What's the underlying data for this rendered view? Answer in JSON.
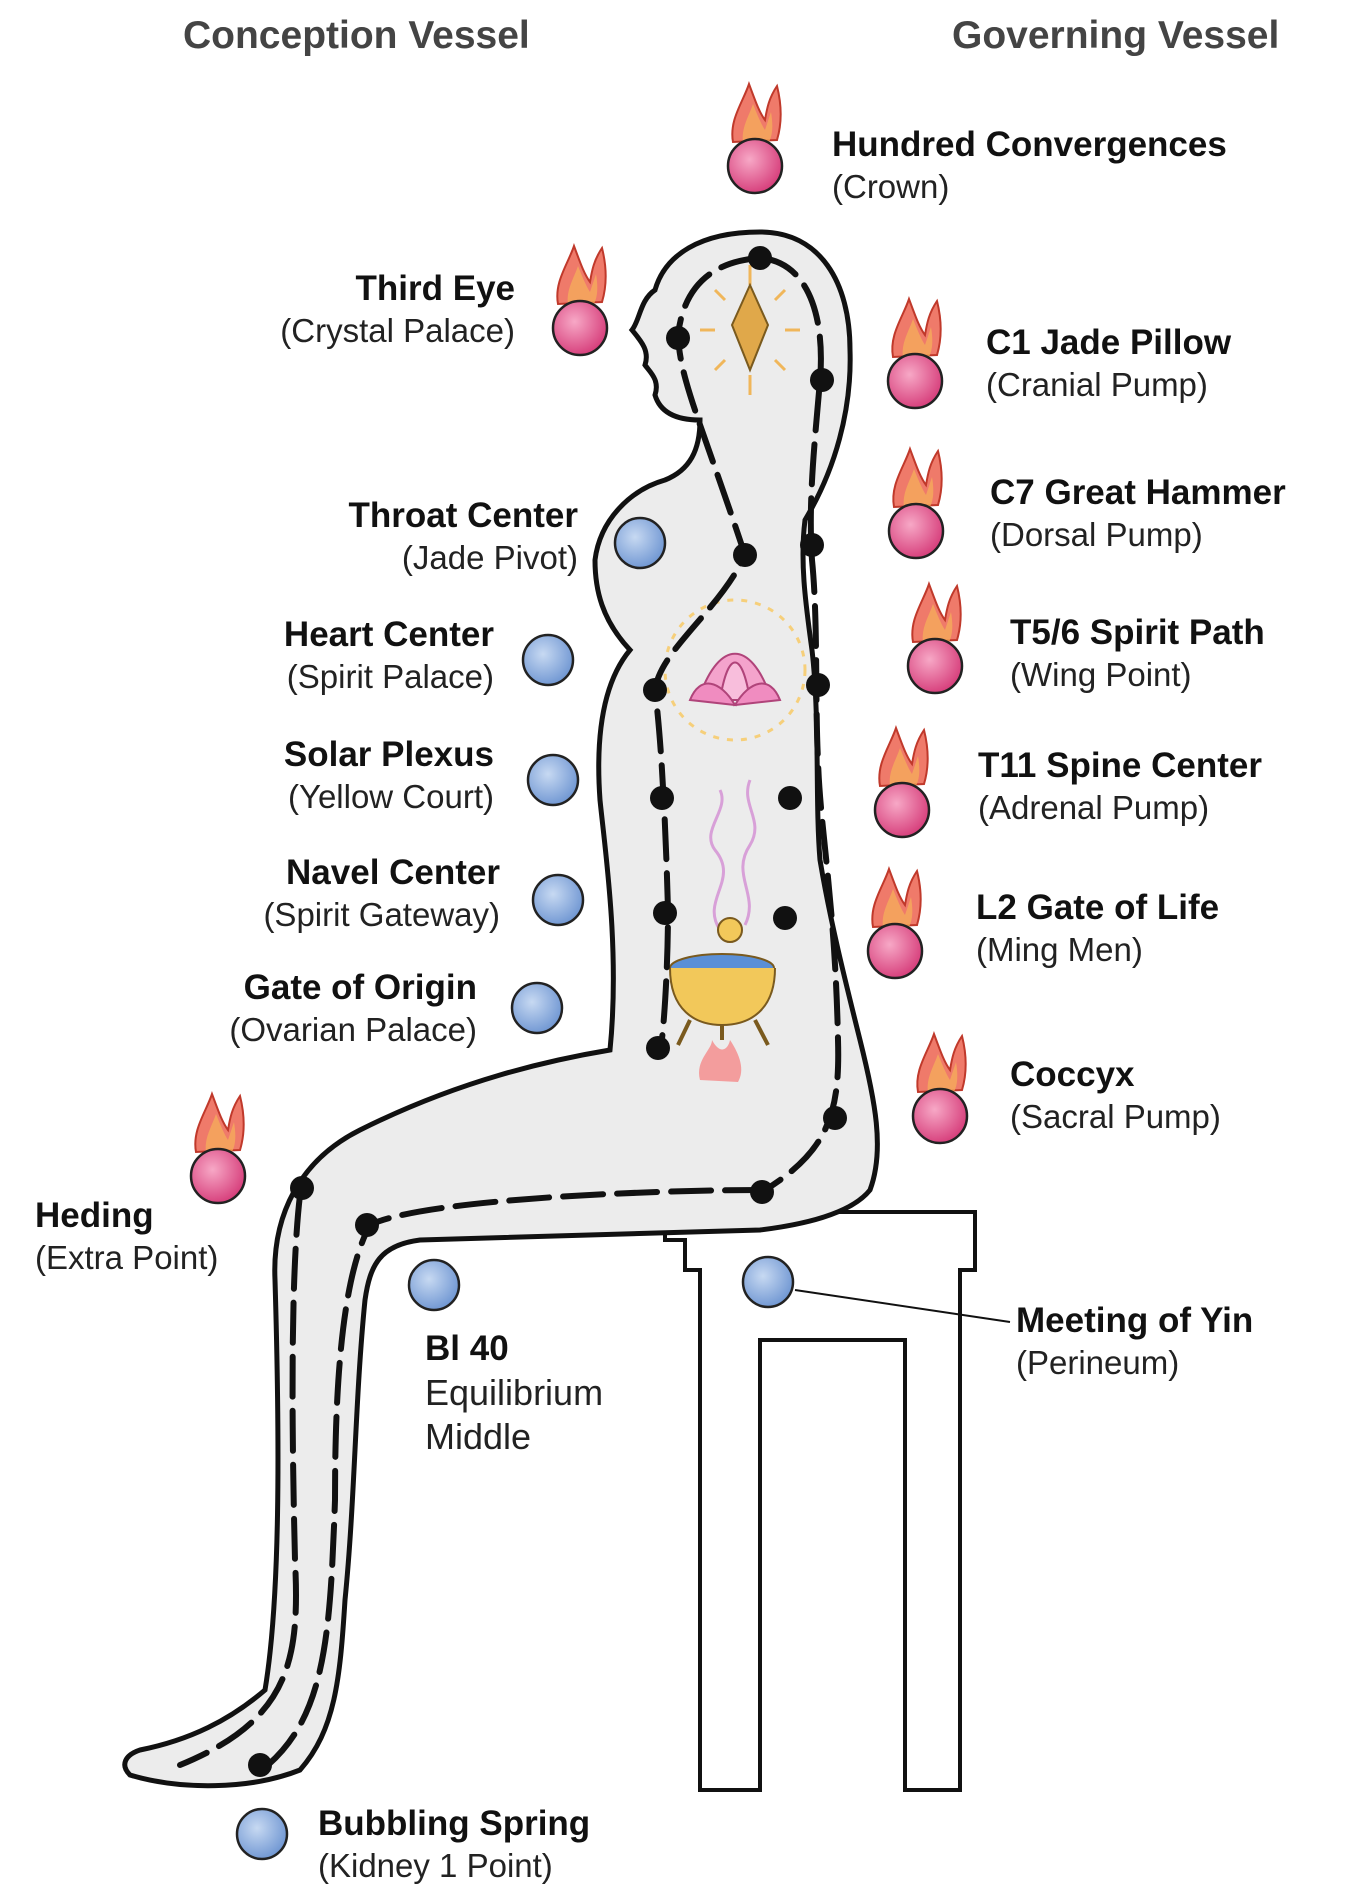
{
  "header": {
    "left": "Conception Vessel",
    "right": "Governing Vessel"
  },
  "points": {
    "crown": {
      "title": "Hundred Convergences",
      "sub": "(Crown)",
      "icon": "flame-icon"
    },
    "third_eye": {
      "title": "Third Eye",
      "sub": "(Crystal Palace)",
      "icon": "flame-icon"
    },
    "jade_pillow": {
      "title": "C1 Jade Pillow",
      "sub": "(Cranial Pump)",
      "icon": "flame-icon"
    },
    "great_hammer": {
      "title": "C7 Great Hammer",
      "sub": "(Dorsal Pump)",
      "icon": "flame-icon"
    },
    "throat": {
      "title": "Throat Center",
      "sub": "(Jade Pivot)",
      "icon": "blue-dot-icon"
    },
    "heart": {
      "title": "Heart Center",
      "sub": "(Spirit Palace)",
      "icon": "blue-dot-icon"
    },
    "spirit_path": {
      "title": "T5/6 Spirit Path",
      "sub": "(Wing Point)",
      "icon": "flame-icon"
    },
    "solar": {
      "title": "Solar Plexus",
      "sub": "(Yellow Court)",
      "icon": "blue-dot-icon"
    },
    "spine_center": {
      "title": "T11 Spine Center",
      "sub": "(Adrenal Pump)",
      "icon": "flame-icon"
    },
    "navel": {
      "title": "Navel Center",
      "sub": "(Spirit Gateway)",
      "icon": "blue-dot-icon"
    },
    "gate_of_life": {
      "title": "L2 Gate of Life",
      "sub": "(Ming Men)",
      "icon": "flame-icon"
    },
    "gate_of_origin": {
      "title": "Gate of Origin",
      "sub": "(Ovarian Palace)",
      "icon": "blue-dot-icon"
    },
    "coccyx": {
      "title": "Coccyx",
      "sub": "(Sacral Pump)",
      "icon": "flame-icon"
    },
    "heding": {
      "title": "Heding",
      "sub": "(Extra Point)",
      "icon": "flame-icon"
    },
    "meeting_yin": {
      "title": "Meeting of Yin",
      "sub": "(Perineum)",
      "icon": "blue-dot-icon"
    },
    "bl40": {
      "title": "Bl 40",
      "sub1": "Equilibrium",
      "sub2": "Middle",
      "icon": "blue-dot-icon"
    },
    "bubbling": {
      "title": "Bubbling Spring",
      "sub": "(Kidney 1 Point)",
      "icon": "blue-dot-icon"
    }
  },
  "colors": {
    "flame": "#d9534f",
    "flame_ball": "#e0508a",
    "yin_dot": "#7fa3d9",
    "body_fill": "#ececec",
    "channel": "#111111",
    "crystal": "#e0a84a",
    "lotus": "#f08cc0"
  }
}
